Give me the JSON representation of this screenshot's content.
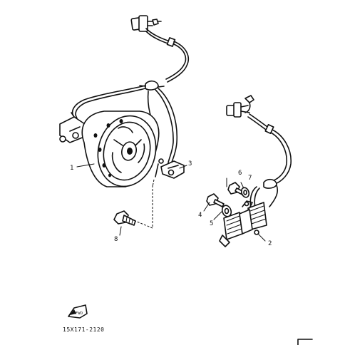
{
  "diagram": {
    "callouts": [
      {
        "id": "1",
        "text": "1"
      },
      {
        "id": "2",
        "text": "2"
      },
      {
        "id": "3",
        "text": "3"
      },
      {
        "id": "4",
        "text": "4"
      },
      {
        "id": "5",
        "text": "5"
      },
      {
        "id": "6",
        "text": "6"
      },
      {
        "id": "7",
        "text": "7"
      },
      {
        "id": "8",
        "text": "8"
      }
    ],
    "part_code": "15X171-2120",
    "fwd_mark": "FWD"
  }
}
